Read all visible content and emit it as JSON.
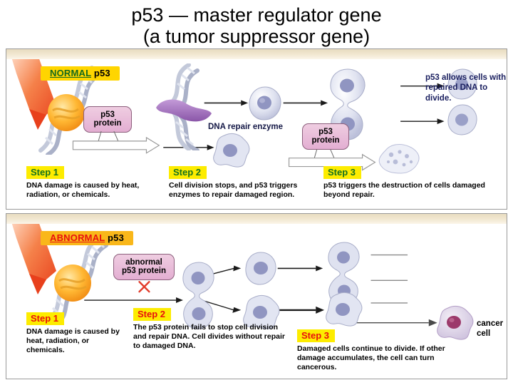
{
  "title": {
    "line1": "p53 — master regulator gene",
    "line2": "(a tumor suppressor gene)"
  },
  "colors": {
    "title_text": "#000000",
    "normal_badge_bg": "#ffd500",
    "abnormal_badge_bg": "#f9b71a",
    "normal_keyword": "#14691f",
    "abnormal_keyword": "#e8110d",
    "step_tag_bg": "#fdec00",
    "step_tag_green": "#15711f",
    "step_tag_red": "#e8110d",
    "note_navy": "#1b2060",
    "protein_box_fill": "#e8bcd7",
    "panel_border": "#9a9a9a",
    "panel_band": "#efe3c8",
    "radiation_arrow": "#f2642a",
    "nucleus": "#f5a623",
    "dna_strand": "#b9bfd4",
    "cell_body": "#d9dcec",
    "cell_nucleus": "#8f91bd",
    "mutant_protein": "#9b63b5",
    "cancer_nucleus": "#9c3a6b"
  },
  "normal_panel": {
    "name": "normal-p53-pathway",
    "badge": {
      "keyword": "NORMAL",
      "suffix": "p53"
    },
    "protein_label": "p53\nprotein",
    "protein_label_line1": "p53",
    "protein_label_line2": "protein",
    "enzyme_label": "DNA repair enzyme",
    "step3_protein_line1": "p53",
    "step3_protein_line2": "protein",
    "outcome_note": "p53 allows cells with repaired DNA to divide.",
    "steps": [
      {
        "tag": "Step 1",
        "body": "DNA damage is caused by heat, radiation, or chemicals."
      },
      {
        "tag": "Step 2",
        "body": "Cell division stops, and p53 triggers enzymes to repair damaged region."
      },
      {
        "tag": "Step 3",
        "body": "p53 triggers the destruction of cells damaged beyond repair."
      }
    ]
  },
  "abnormal_panel": {
    "name": "abnormal-p53-pathway",
    "badge": {
      "keyword": "ABNORMAL",
      "suffix": "p53"
    },
    "protein_label_line1": "abnormal",
    "protein_label_line2": "p53 protein",
    "cancer_cell_label": "cancer cell",
    "cancer_cell_line1": "cancer",
    "cancer_cell_line2": "cell",
    "steps": [
      {
        "tag": "Step 1",
        "body": "DNA damage is caused by heat, radiation, or chemicals."
      },
      {
        "tag": "Step 2",
        "body": "The p53 protein fails to stop cell division and repair DNA. Cell divides without repair to damaged DNA."
      },
      {
        "tag": "Step 3",
        "body": "Damaged cells continue to divide. If other damage accumulates, the cell can turn cancerous."
      }
    ]
  }
}
